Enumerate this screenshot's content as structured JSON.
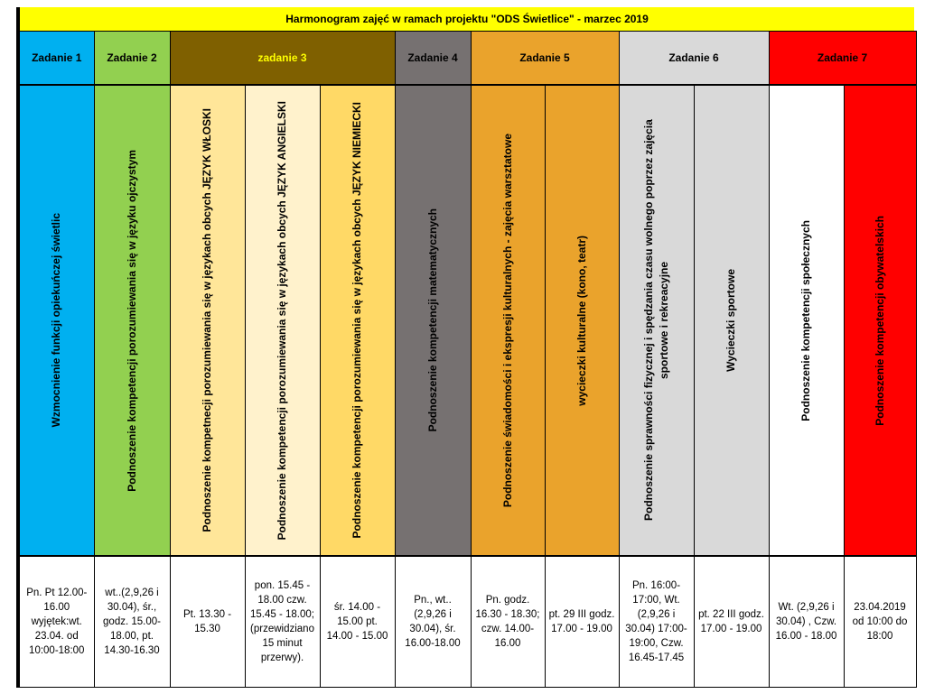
{
  "title": "Harmonogram zajęć w ramach projektu \"ODS Świetlice\" - marzec 2019",
  "colors": {
    "title_bg": "#ffff00",
    "z1": "#00b0f0",
    "z2": "#92d050",
    "z3": "#7f6000",
    "z3a": "#ffe699",
    "z3b": "#fff2cc",
    "z3c": "#ffd966",
    "z4": "#767171",
    "z5": "#f4b084",
    "z5a": "#eaa32c",
    "z5b": "#eaa32c",
    "z6": "#d9d9d9",
    "z7": "#ff0000",
    "white": "#ffffff"
  },
  "headers": [
    "Zadanie 1",
    "Zadanie 2",
    "zadanie 3",
    "Zadanie 4",
    "Zadanie 5",
    "Zadanie 6",
    "Zadanie 7"
  ],
  "columns": [
    {
      "vertical": "Wzmocnienie funkcji opiekuńczej świetlic",
      "info": "Pn. Pt 12.00-16.00 wyjętek:wt. 23.04. od 10:00-18:00"
    },
    {
      "vertical": "Podnoszenie kompetencji porozumiewania się w języku ojczystym",
      "info": "wt..(2,9,26 i 30.04), śr., godz. 15.00-18.00, pt. 14.30-16.30"
    },
    {
      "vertical": "Podnoszenie kompetnecji porozumiewania się w językach obcych JĘZYK WŁOSKI",
      "info": "Pt. 13.30 - 15.30"
    },
    {
      "vertical": "Podnoszenie kompetencji porozumiewania się w językach obcych JĘZYK ANGIELSKI",
      "info": "pon. 15.45 - 18.00 czw. 15.45 - 18.00; (przewidziano 15 minut przerwy)."
    },
    {
      "vertical": "Podnoszenie kompetencji porozumiewania się w językach obcych JĘZYK NIEMIECKI",
      "info": "śr. 14.00 - 15.00 pt. 14.00 - 15.00"
    },
    {
      "vertical": "Podnoszenie kompetencji matematycznych",
      "info": "Pn., wt..(2,9,26 i 30.04), śr. 16.00-18.00"
    },
    {
      "vertical": "Podnoszenie świadomości i ekspresji kulturalnych - zajęcia warsztatowe",
      "info": "Pn. godz. 16.30 - 18.30; czw. 14.00-16.00"
    },
    {
      "vertical": "wycieczki kulturalne (kono, teatr)",
      "info": "pt. 29 III godz. 17.00 - 19.00"
    },
    {
      "vertical": "Podnoszenie sprawności fizycznej i spędzania czasu wolnego poprzez zajęcia sportowe i rekreacyjne",
      "info": "Pn. 16:00-17:00, Wt.(2,9,26 i 30.04) 17:00-19:00, Czw. 16.45-17.45"
    },
    {
      "vertical": "Wycieczki sportowe",
      "info": "pt. 22 III godz. 17.00 - 19.00"
    },
    {
      "vertical": "Podnoszenie kompetencji społecznych",
      "info": "Wt. (2,9,26 i 30.04) , Czw. 16.00 - 18.00"
    },
    {
      "vertical": "Podnoszenie kompetencji obywatelskich",
      "info": "23.04.2019 od 10:00 do 18:00"
    }
  ]
}
